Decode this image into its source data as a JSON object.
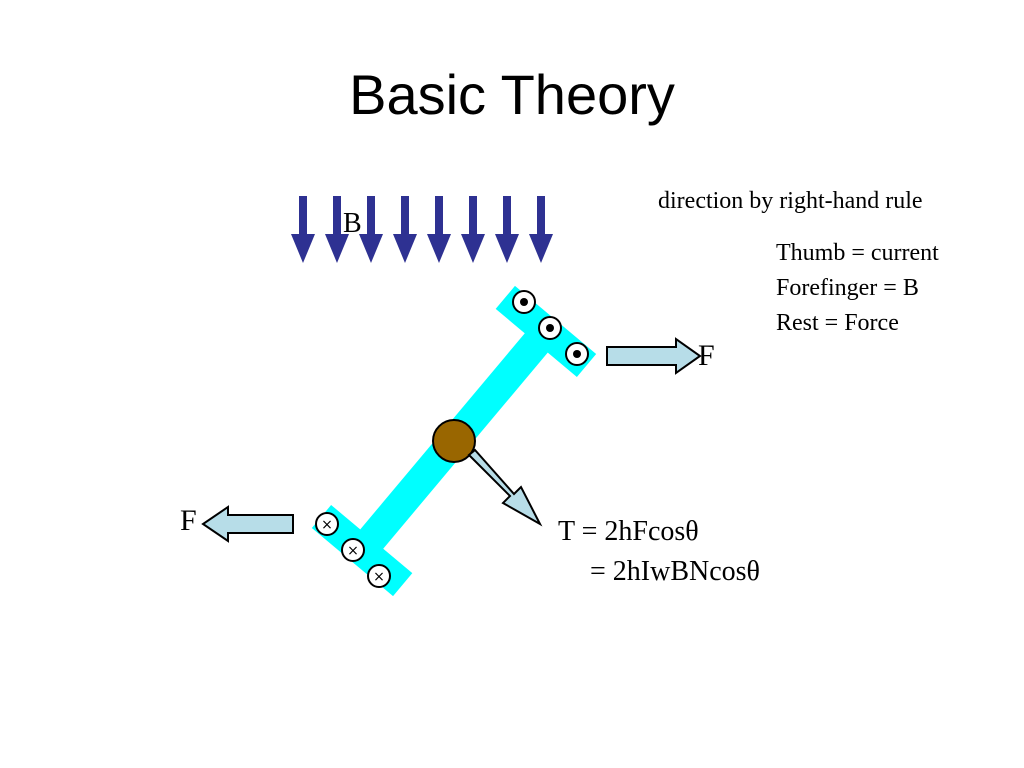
{
  "slide": {
    "title": "Basic Theory",
    "note": "direction by right-hand rule",
    "rules": [
      "Thumb =  current",
      "Forefinger = B",
      "Rest = Force"
    ],
    "field_label": "B",
    "force_label_right": "F",
    "force_label_left": "F",
    "equation": [
      "T = 2hFcosθ",
      "= 2hIwBNcosθ"
    ],
    "out_symbol": "•",
    "in_symbol": "×"
  },
  "colors": {
    "field_arrow": "#2e3192",
    "coil": "#00ffff",
    "pivot": "#996600",
    "force_arrow": "#b7dde8"
  }
}
